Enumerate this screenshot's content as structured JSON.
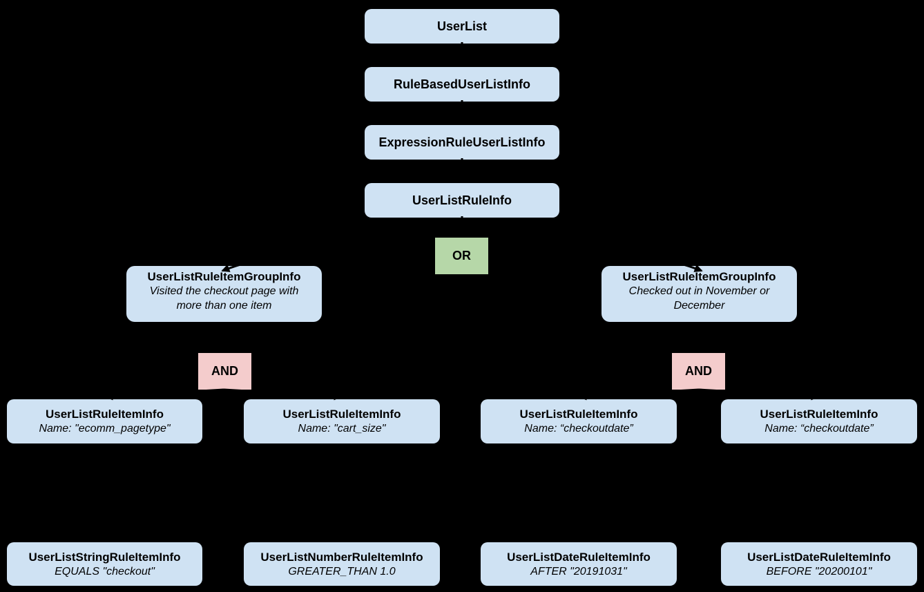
{
  "diagram": {
    "background": "#000000",
    "colors": {
      "node_fill": "#cfe2f3",
      "or_fill": "#b6d7a8",
      "and_fill": "#f4cccc",
      "text": "#000000",
      "connector": "#000000"
    },
    "stack": [
      {
        "label": "UserList"
      },
      {
        "label": "RuleBasedUserListInfo"
      },
      {
        "label": "ExpressionRuleUserListInfo"
      },
      {
        "label": "UserListRuleInfo"
      }
    ],
    "or_label": "OR",
    "groups": [
      {
        "title": "UserListRuleItemGroupInfo",
        "description": "Visited the checkout page with more than one item",
        "operator_label": "AND"
      },
      {
        "title": "UserListRuleItemGroupInfo",
        "description": "Checked out in November or December",
        "operator_label": "AND"
      }
    ],
    "rule_items": [
      {
        "title": "UserListRuleItemInfo",
        "subtitle": "Name: \"ecomm_pagetype\""
      },
      {
        "title": "UserListRuleItemInfo",
        "subtitle": "Name: \"cart_size\""
      },
      {
        "title": "UserListRuleItemInfo",
        "subtitle": "Name: “checkoutdate”"
      },
      {
        "title": "UserListRuleItemInfo",
        "subtitle": "Name: “checkoutdate”"
      }
    ],
    "operand_items": [
      {
        "title": "UserListStringRuleItemInfo",
        "subtitle": "EQUALS \"checkout\""
      },
      {
        "title": "UserListNumberRuleItemInfo",
        "subtitle": "GREATER_THAN 1.0"
      },
      {
        "title": "UserListDateRuleItemInfo",
        "subtitle": "AFTER \"20191031\""
      },
      {
        "title": "UserListDateRuleItemInfo",
        "subtitle": "BEFORE \"20200101\""
      }
    ]
  }
}
